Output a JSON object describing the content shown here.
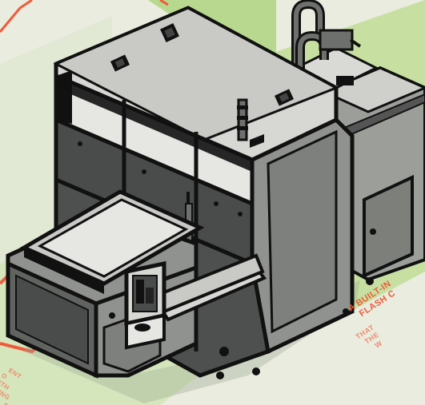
{
  "colors": {
    "background": "#e9ecdf",
    "panel_green": "#b9d88f",
    "accent_orange": "#ef5a3a",
    "frame_black": "#111111",
    "body_gray": "#8e918d",
    "dark_glass": "#4a4c4b",
    "light_glass": "#e6e6e3"
  },
  "callouts": {
    "right_main": [
      "A BUILT-IN",
      "FLASH C"
    ],
    "right_sub": [
      "THAT",
      "THE",
      "W"
    ],
    "left_sub": [
      "ENT",
      "O",
      "ITH",
      "ING",
      "S"
    ]
  },
  "machine": {
    "name_icon": "industrial-enclosure",
    "features": [
      "signal-tower",
      "fume-duct",
      "sliding-tray",
      "control-terminal",
      "side-cabinet"
    ]
  }
}
